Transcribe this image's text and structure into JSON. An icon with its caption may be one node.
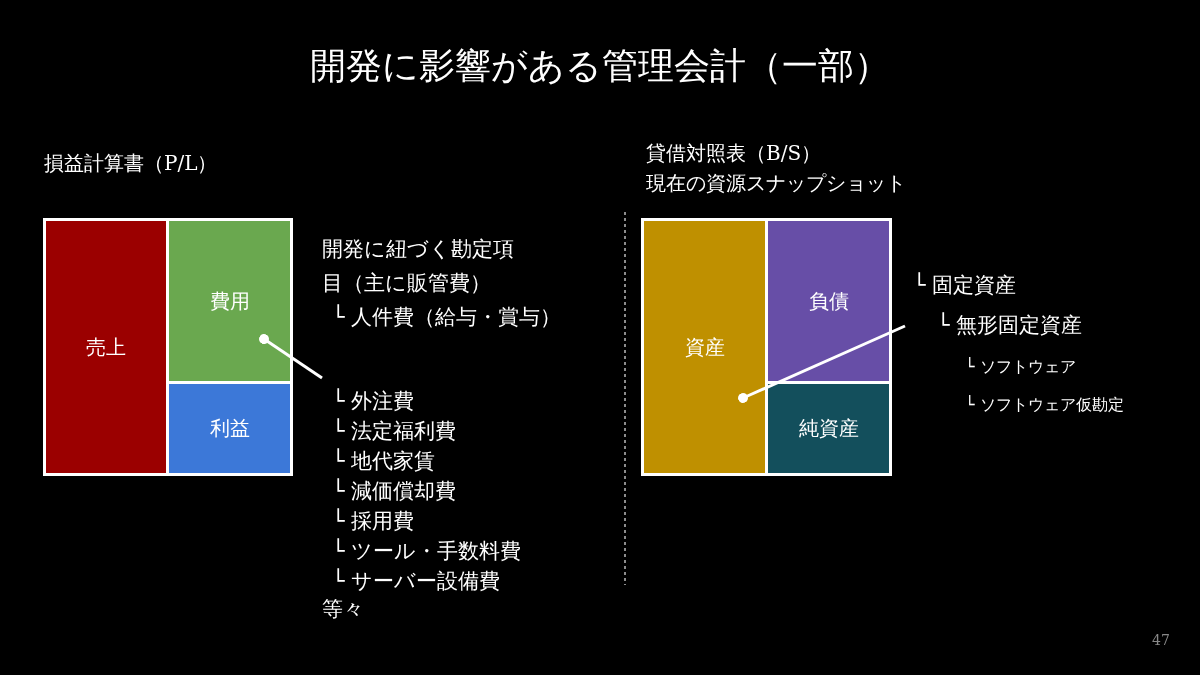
{
  "diagram": {
    "title": "開発に影響がある管理会計（一部）",
    "nodes": [
      {
        "text": [
          "売上"
        ]
      },
      {
        "text": [
          "費用"
        ]
      },
      {
        "text": [
          "利益"
        ]
      },
      {
        "text": [
          "開発に紐づく勘定項目（主に販管費）",
          "└ 人件費（給与・賞与）",
          "└ 外注費",
          "└ 法定福利費",
          "└ 地代家賃",
          "└ 減価償却費",
          "└ 採用費",
          "└ ツール・手数料費",
          "└ サーバー設備費"
        ]
      },
      {
        "text": [
          "資産"
        ]
      },
      {
        "text": [
          "負債"
        ]
      },
      {
        "text": [
          "純資産"
        ]
      },
      {
        "text": [
          "└ 固定資産",
          "└ 無形固定資産",
          "└ ソフトウェア",
          "└ ソフトウェア仮勘定"
        ]
      }
    ],
    "edges": [
      {
        "from": 1,
        "to": 3,
        "arrow": "other"
      },
      {
        "from": 4,
        "to": 7,
        "arrow": "other"
      }
    ],
    "labels": [
      "損益計算書（P/L）",
      "貸借対照表（B/S）",
      "現在の資源スナップショット",
      "等々",
      "47"
    ]
  }
}
